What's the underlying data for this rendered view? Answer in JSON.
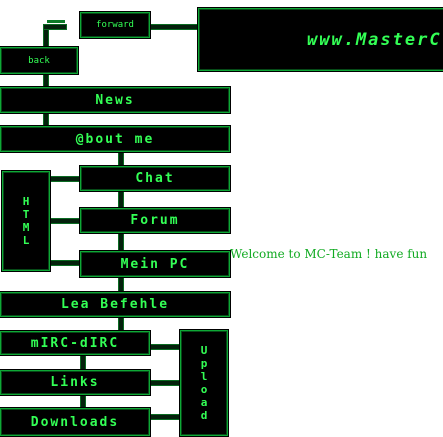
{
  "nav": {
    "forward": "forward",
    "back": "back",
    "banner": "www.MasterC",
    "news": "News",
    "about": "@bout me",
    "html": [
      "H",
      "T",
      "M",
      "L"
    ],
    "chat": "Chat",
    "forum": "Forum",
    "meinpc": "Mein PC",
    "lea": "Lea Befehle",
    "mirc": "mIRC-dIRC",
    "links": "Links",
    "downloads": "Downloads",
    "upload": [
      "U",
      "p",
      "l",
      "o",
      "a",
      "d"
    ]
  },
  "content": {
    "welcome": "Welcome to MC-Team ! have fun"
  },
  "colors": {
    "background": "#ffffff",
    "box": "#000000",
    "accent": "#33ff55",
    "border": "#0ea836",
    "welcome": "#11aa22"
  }
}
